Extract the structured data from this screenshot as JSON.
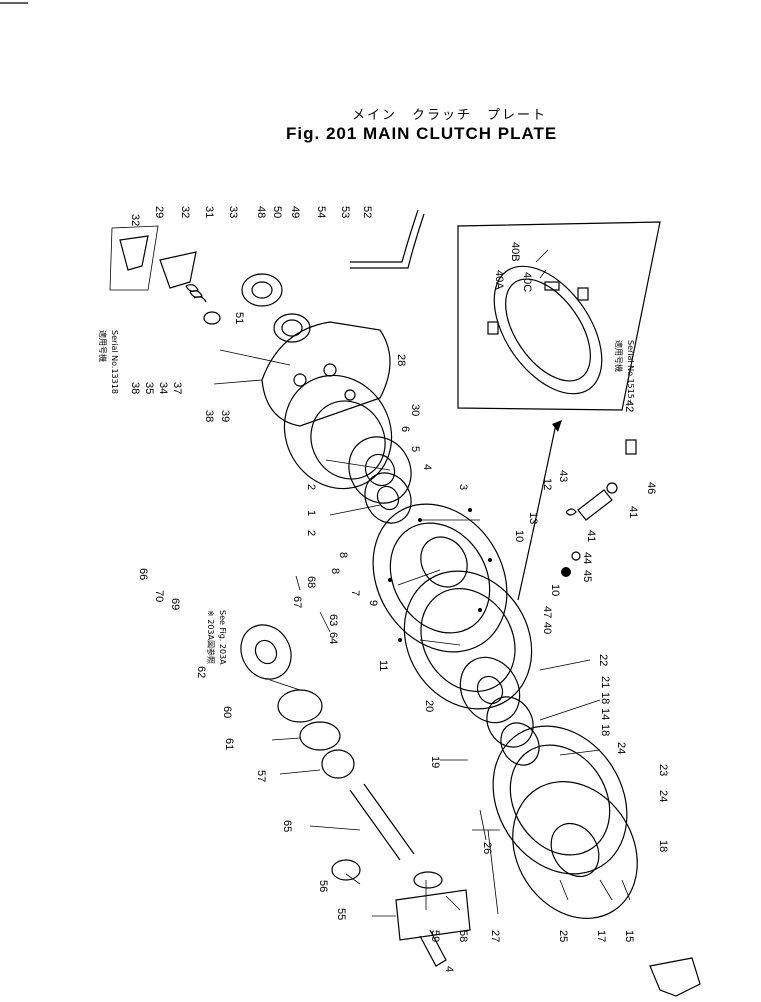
{
  "figure": {
    "title_jp": "メイン　クラッチ　プレート",
    "title_en": "Fig. 201  MAIN CLUTCH PLATE"
  },
  "inset_label": {
    "jp": "適用号機",
    "serial": "Serial No.1515~"
  },
  "note_top": {
    "jp": "適用号機",
    "serial": "Serial No.13318"
  },
  "note_fig": {
    "jp": "※ 203A図参照",
    "see": "See Fig. 203A"
  },
  "callouts": [
    "32",
    "29",
    "32",
    "31",
    "33",
    "48",
    "50",
    "49",
    "54",
    "53",
    "52",
    "51",
    "28",
    "30",
    "38",
    "35",
    "34",
    "37",
    "38",
    "39",
    "6",
    "5",
    "4",
    "3",
    "2",
    "1",
    "2",
    "12",
    "13",
    "10",
    "8",
    "8",
    "7",
    "9",
    "10",
    "47",
    "40",
    "11",
    "22",
    "21",
    "18",
    "20",
    "14",
    "18",
    "19",
    "24",
    "23",
    "24",
    "18",
    "26",
    "27",
    "25",
    "17",
    "15",
    "41",
    "41",
    "43",
    "42",
    "46",
    "44",
    "45",
    "40A",
    "40B",
    "40C",
    "66",
    "70",
    "69",
    "68",
    "67",
    "63",
    "64",
    "62",
    "60",
    "61",
    "57",
    "65",
    "56",
    "55",
    "59",
    "58",
    "4"
  ],
  "icons": [
    "exploded-view-drawing",
    "clutch-disc-icon",
    "pressure-plate-icon",
    "flywheel-icon",
    "shaft-icon",
    "arrow-icon"
  ]
}
